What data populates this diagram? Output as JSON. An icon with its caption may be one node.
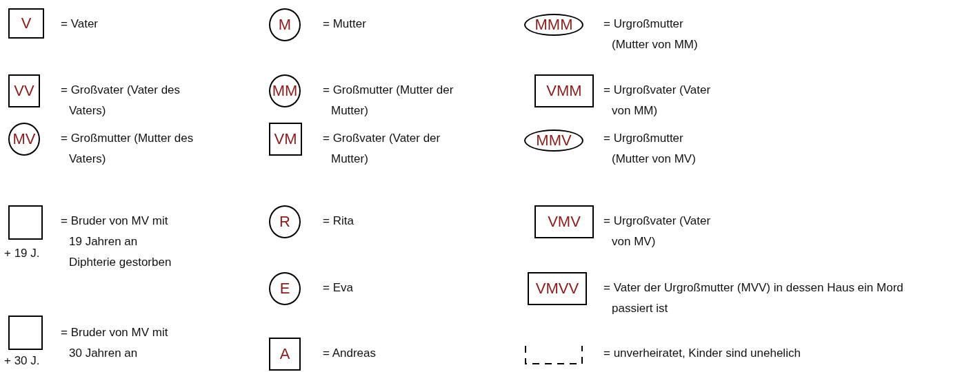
{
  "diagram": {
    "nodes": [
      {
        "text": [
          "V"
        ],
        "beside": [
          "= Vater"
        ]
      },
      {
        "text": [
          "VV"
        ],
        "beside": [
          "= Großvater (Vater des Vaters)"
        ]
      },
      {
        "text": [
          "MV"
        ],
        "beside": [
          "= Großmutter (Mutter des Vaters)"
        ]
      },
      {
        "text": [],
        "shape": "box",
        "beside": [
          "= Bruder von MV mit 19 Jahren an Diphterie gestorben",
          "+ 19 J."
        ]
      },
      {
        "text": [],
        "shape": "box",
        "beside": [
          "= Bruder von MV mit 30 Jahren an",
          "+ 30 J."
        ]
      },
      {
        "text": [
          "M"
        ],
        "beside": [
          "= Mutter"
        ]
      },
      {
        "text": [
          "MM"
        ],
        "beside": [
          "= Großmutter (Mutter der Mutter)"
        ]
      },
      {
        "text": [
          "VM"
        ],
        "beside": [
          "= Großvater (Vater der Mutter)"
        ]
      },
      {
        "text": [
          "R"
        ],
        "beside": [
          "= Rita"
        ]
      },
      {
        "text": [
          "E"
        ],
        "beside": [
          "= Eva"
        ]
      },
      {
        "text": [
          "A"
        ],
        "beside": [
          "= Andreas"
        ]
      },
      {
        "text": [
          "MMM"
        ],
        "beside": [
          "= Urgroßmutter (Mutter von MM)"
        ]
      },
      {
        "text": [
          "VMM"
        ],
        "beside": [
          "= Urgroßvater (Vater von MM)"
        ]
      },
      {
        "text": [
          "MMV"
        ],
        "beside": [
          "= Urgroßmutter (Mutter von MV)"
        ]
      },
      {
        "text": [
          "VMV"
        ],
        "beside": [
          "= Urgroßvater (Vater von MV)"
        ]
      },
      {
        "text": [
          "VMVV"
        ],
        "beside": [
          "= Vater der Urgroßmutter (MVV) in dessen Haus ein Mord passiert ist"
        ]
      },
      {
        "text": [],
        "shape": "line",
        "beside": [
          "= unverheiratet, Kinder sind unehelich"
        ]
      }
    ]
  }
}
